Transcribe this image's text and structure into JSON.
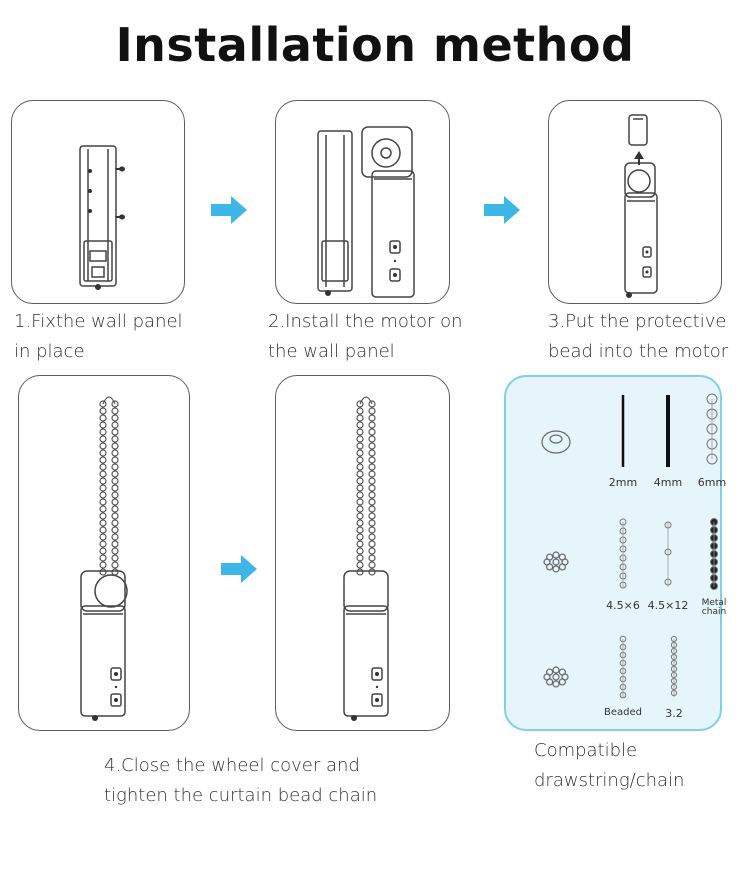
{
  "title": "Installation method",
  "steps": [
    {
      "line1": "1.Fixthe wall panel",
      "line2": "in place"
    },
    {
      "line1": "2.Install the motor on",
      "line2": "the wall panel"
    },
    {
      "line1": "3.Put the protective",
      "line2": "bead into the motor"
    },
    {
      "line1": "4.Close the wheel cover and",
      "line2": "tighten the curtain bead chain"
    }
  ],
  "compatible": {
    "line1": "Compatible",
    "line2": "drawstring/chain",
    "labels": {
      "mm2": "2mm",
      "mm4": "4mm",
      "mm6": "6mm",
      "x45_6": "4.5×6",
      "x45_12": "4.5×12",
      "metal1": "Metal",
      "metal2": "chain",
      "beaded": "Beaded",
      "v32": "3.2"
    }
  },
  "colors": {
    "arrow": "#3fb6e8",
    "panel_border": "#5c5c5c",
    "chain_panel_bg": "#e6f4fb",
    "chain_panel_border": "#7fd0ee"
  },
  "icons": [
    "right-arrow-icon",
    "wall-panel-icon",
    "motor-icon",
    "bead-chain-icon",
    "pulley-wheel-icon"
  ]
}
